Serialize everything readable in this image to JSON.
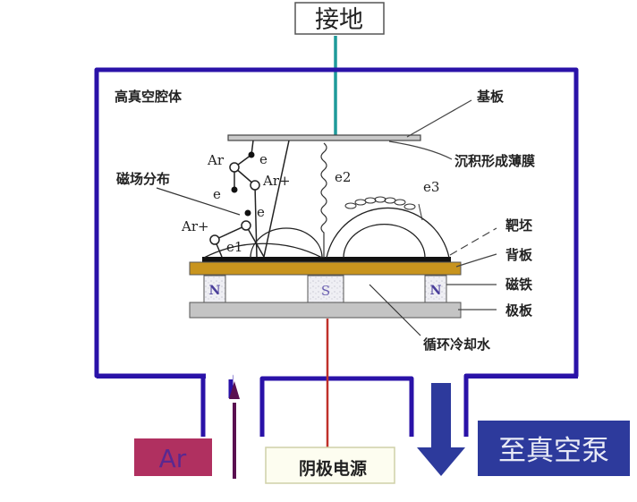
{
  "title": "磁控溅射原理示意图",
  "labels": {
    "ground": "接地",
    "chamber": "高真空腔体",
    "substrate": "基板",
    "film": "沉积形成薄膜",
    "magnetic_field": "磁场分布",
    "target": "靶坯",
    "backing_plate": "背板",
    "magnet": "磁铁",
    "electrode_plate": "极板",
    "cooling_water": "循环冷却水",
    "cathode_power": "阴极电源",
    "argon_inlet": "Ar",
    "vacuum_pump": "至真空泵"
  },
  "particles": {
    "ar": "Ar",
    "ar_plus_1": "Ar+",
    "ar_plus_2": "Ar+",
    "e_1": "e",
    "e_2": "e",
    "e_3": "e",
    "e1": "e1",
    "e2": "e2",
    "e3": "e3"
  },
  "magnets": [
    "N",
    "S",
    "N"
  ],
  "colors": {
    "chamber_wall": "#2a12a8",
    "ground_wire": "#1e9a9a",
    "power_wire": "#c0302a",
    "backing_plate": "#c8941e",
    "electrode": "#c4c4c4",
    "argon_box": "#b03060",
    "argon_text": "#5a2890",
    "argon_arrow": "#5a1050",
    "pump_box": "#2d3a9c",
    "pump_arrow": "#2d3a9c"
  }
}
